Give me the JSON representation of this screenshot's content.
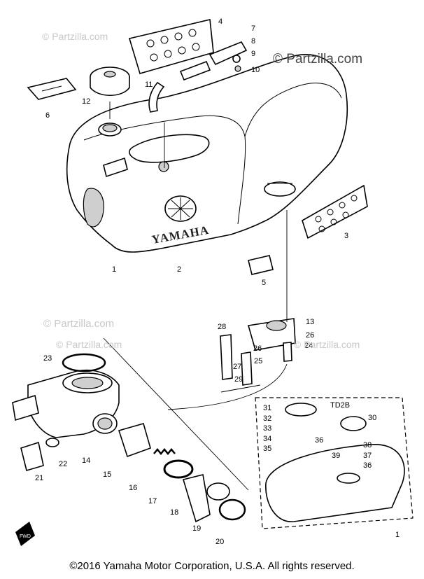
{
  "watermarks": {
    "main": "© Partzilla.com",
    "faint": [
      "© Partzilla.com",
      "© Partzilla.com",
      "© Partzilla.com",
      "© Partzilla.com"
    ]
  },
  "tank_brand": "YAMAHA",
  "variant_label": "TD2B",
  "copyright": "©2016 Yamaha Motor Corporation, U.S.A. All rights reserved.",
  "fwd_badge": "FWD",
  "callouts": [
    "1",
    "2",
    "3",
    "4",
    "5",
    "6",
    "7",
    "8",
    "9",
    "10",
    "11",
    "12",
    "13",
    "14",
    "15",
    "16",
    "17",
    "18",
    "19",
    "20",
    "21",
    "22",
    "23",
    "24",
    "25",
    "26",
    "26",
    "27",
    "28",
    "29",
    "30",
    "31",
    "32",
    "33",
    "34",
    "35",
    "36",
    "36",
    "37",
    "38",
    "39",
    "1"
  ]
}
